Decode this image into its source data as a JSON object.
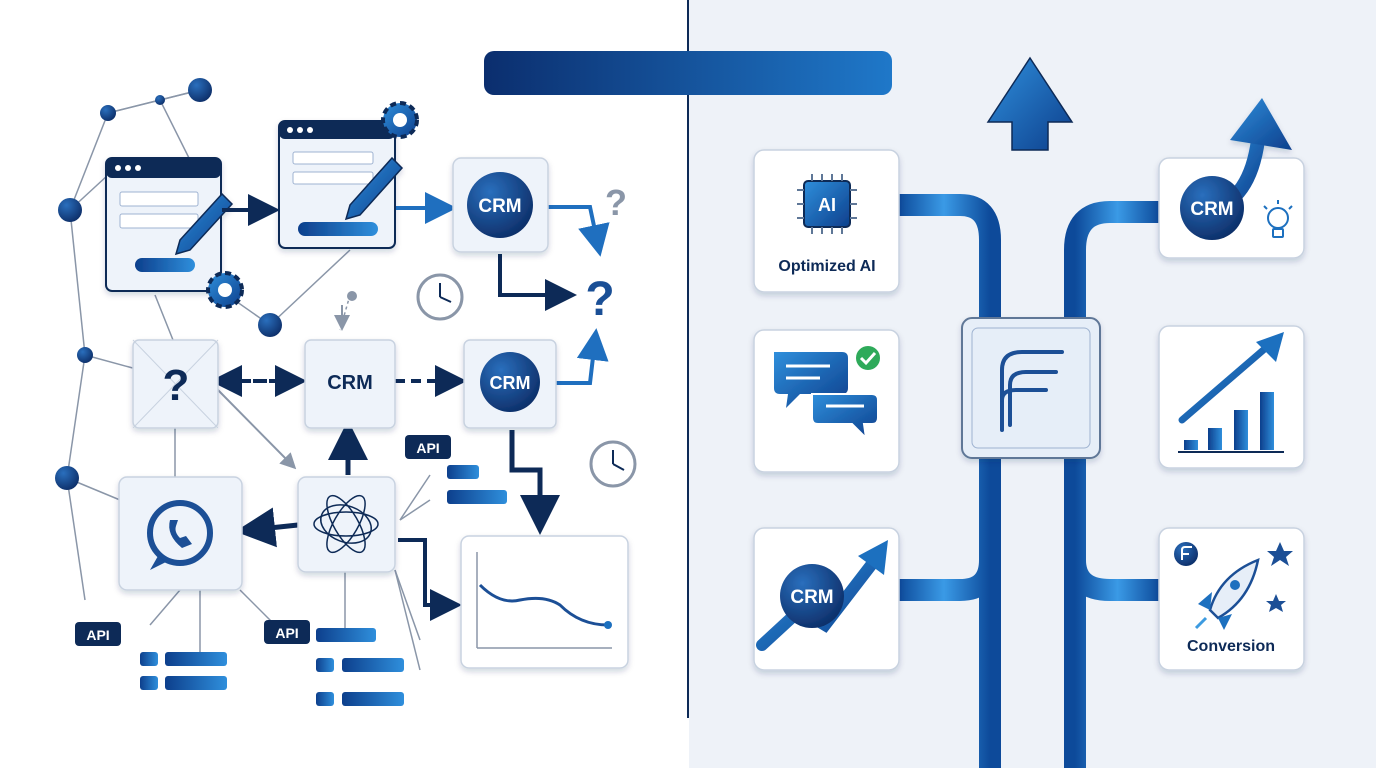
{
  "left": {
    "crm_labels": [
      "CRM",
      "CRM",
      "CRM"
    ],
    "api_labels": [
      "API",
      "API",
      "API"
    ],
    "question_mark": "?"
  },
  "right": {
    "optimized_ai_card": {
      "chip_text": "AI",
      "label": "Optimized AI"
    },
    "crm_top_card": {
      "label": "CRM"
    },
    "crm_bottom_card": {
      "label": "CRM"
    },
    "conversion_card": {
      "label": "Conversion"
    }
  },
  "colors": {
    "navy": "#0d2a57",
    "blue": "#1f6fbf",
    "light_blue": "#3d9be0",
    "card_border": "#c8d2e0",
    "green_check": "#2eaa5a"
  }
}
